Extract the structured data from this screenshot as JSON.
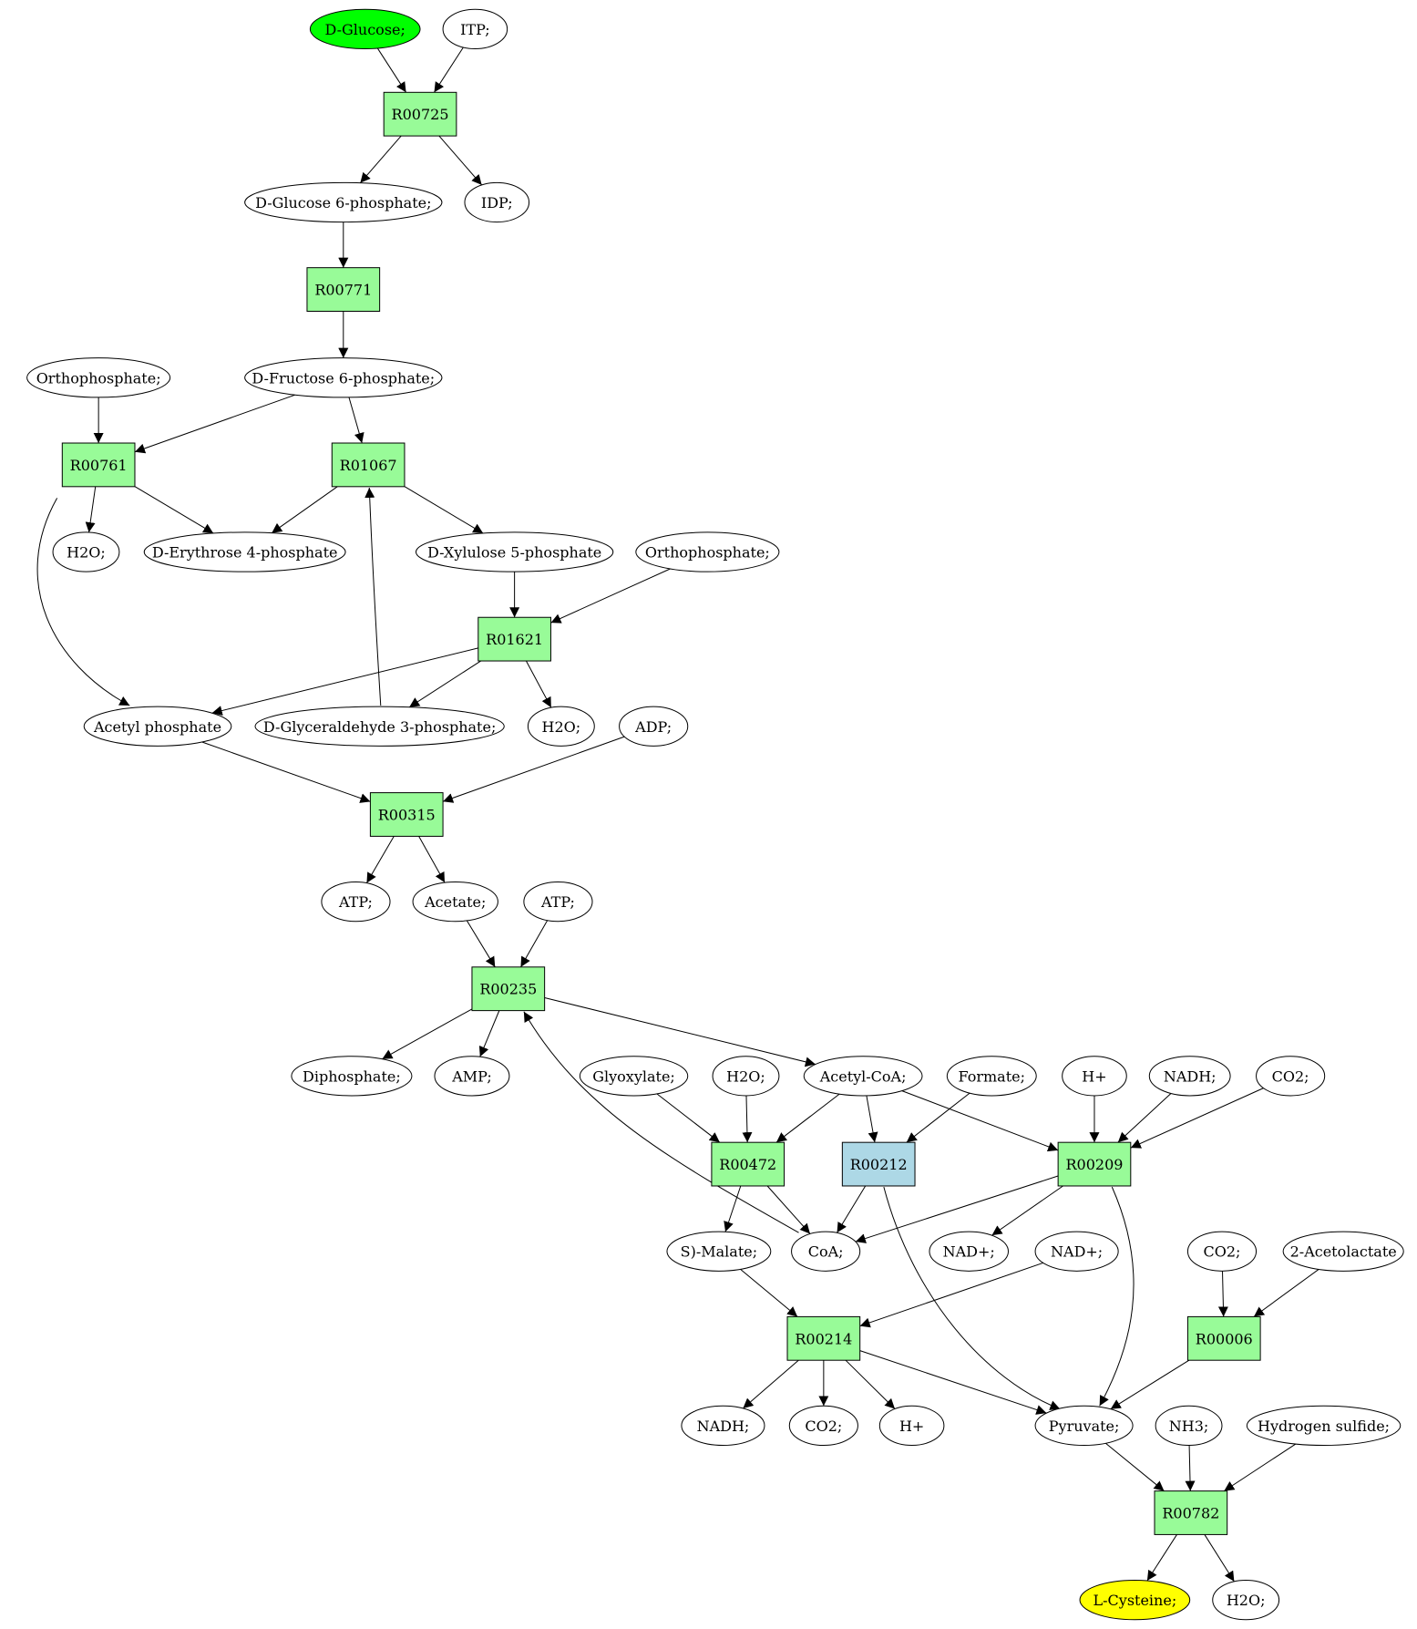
{
  "colors": {
    "reaction": "#98fb98",
    "reaction_alt": "#add8e6",
    "start_compound": "#00ff00",
    "end_compound": "#ffff00",
    "compound": "#ffffff"
  },
  "nodes": [
    {
      "id": "glucose",
      "label": "D-Glucose;",
      "kind": "compound",
      "fill": "start_compound"
    },
    {
      "id": "itp",
      "label": "ITP;",
      "kind": "compound"
    },
    {
      "id": "r00725",
      "label": "R00725",
      "kind": "reaction"
    },
    {
      "id": "g6p",
      "label": "D-Glucose 6-phosphate;",
      "kind": "compound"
    },
    {
      "id": "idp",
      "label": "IDP;",
      "kind": "compound"
    },
    {
      "id": "r00771",
      "label": "R00771",
      "kind": "reaction"
    },
    {
      "id": "orthophos1",
      "label": "Orthophosphate;",
      "kind": "compound"
    },
    {
      "id": "f6p",
      "label": "D-Fructose 6-phosphate;",
      "kind": "compound"
    },
    {
      "id": "r00761",
      "label": "R00761",
      "kind": "reaction"
    },
    {
      "id": "r01067",
      "label": "R01067",
      "kind": "reaction"
    },
    {
      "id": "h2o_1",
      "label": "H2O;",
      "kind": "compound"
    },
    {
      "id": "e4p",
      "label": "D-Erythrose 4-phosphate",
      "kind": "compound"
    },
    {
      "id": "x5p",
      "label": "D-Xylulose 5-phosphate",
      "kind": "compound"
    },
    {
      "id": "orthophos2",
      "label": "Orthophosphate;",
      "kind": "compound"
    },
    {
      "id": "r01621",
      "label": "R01621",
      "kind": "reaction"
    },
    {
      "id": "acetylp",
      "label": "Acetyl phosphate",
      "kind": "compound"
    },
    {
      "id": "g3p",
      "label": "D-Glyceraldehyde 3-phosphate;",
      "kind": "compound"
    },
    {
      "id": "h2o_2",
      "label": "H2O;",
      "kind": "compound"
    },
    {
      "id": "adp",
      "label": "ADP;",
      "kind": "compound"
    },
    {
      "id": "r00315",
      "label": "R00315",
      "kind": "reaction"
    },
    {
      "id": "atp1",
      "label": "ATP;",
      "kind": "compound"
    },
    {
      "id": "acetate",
      "label": "Acetate;",
      "kind": "compound"
    },
    {
      "id": "atp2",
      "label": "ATP;",
      "kind": "compound"
    },
    {
      "id": "r00235",
      "label": "R00235",
      "kind": "reaction"
    },
    {
      "id": "diphos",
      "label": "Diphosphate;",
      "kind": "compound"
    },
    {
      "id": "amp",
      "label": "AMP;",
      "kind": "compound"
    },
    {
      "id": "glyox",
      "label": "Glyoxylate;",
      "kind": "compound"
    },
    {
      "id": "h2o_3",
      "label": "H2O;",
      "kind": "compound"
    },
    {
      "id": "acoa",
      "label": "Acetyl-CoA;",
      "kind": "compound"
    },
    {
      "id": "formate",
      "label": "Formate;",
      "kind": "compound"
    },
    {
      "id": "hplus1",
      "label": "H+",
      "kind": "compound"
    },
    {
      "id": "nadh1",
      "label": "NADH;",
      "kind": "compound"
    },
    {
      "id": "co2_1",
      "label": "CO2;",
      "kind": "compound"
    },
    {
      "id": "r00472",
      "label": "R00472",
      "kind": "reaction"
    },
    {
      "id": "r00212",
      "label": "R00212",
      "kind": "reaction",
      "fill": "reaction_alt"
    },
    {
      "id": "r00209",
      "label": "R00209",
      "kind": "reaction"
    },
    {
      "id": "malate",
      "label": "S)-Malate;",
      "kind": "compound"
    },
    {
      "id": "coa",
      "label": "CoA;",
      "kind": "compound"
    },
    {
      "id": "nadp1",
      "label": "NAD+;",
      "kind": "compound"
    },
    {
      "id": "nadp2",
      "label": "NAD+;",
      "kind": "compound"
    },
    {
      "id": "co2_2",
      "label": "CO2;",
      "kind": "compound"
    },
    {
      "id": "acetolactate",
      "label": "2-Acetolactate",
      "kind": "compound"
    },
    {
      "id": "r00214",
      "label": "R00214",
      "kind": "reaction"
    },
    {
      "id": "r00006",
      "label": "R00006",
      "kind": "reaction"
    },
    {
      "id": "nadh2",
      "label": "NADH;",
      "kind": "compound"
    },
    {
      "id": "co2_3",
      "label": "CO2;",
      "kind": "compound"
    },
    {
      "id": "hplus2",
      "label": "H+",
      "kind": "compound"
    },
    {
      "id": "pyruvate",
      "label": "Pyruvate;",
      "kind": "compound"
    },
    {
      "id": "nh3",
      "label": "NH3;",
      "kind": "compound"
    },
    {
      "id": "h2s",
      "label": "Hydrogen sulfide;",
      "kind": "compound"
    },
    {
      "id": "r00782",
      "label": "R00782",
      "kind": "reaction"
    },
    {
      "id": "cysteine",
      "label": "L-Cysteine;",
      "kind": "compound",
      "fill": "end_compound"
    },
    {
      "id": "h2o_4",
      "label": "H2O;",
      "kind": "compound"
    }
  ],
  "edges": [
    {
      "from": "glucose",
      "to": "r00725"
    },
    {
      "from": "itp",
      "to": "r00725"
    },
    {
      "from": "r00725",
      "to": "g6p"
    },
    {
      "from": "r00725",
      "to": "idp"
    },
    {
      "from": "g6p",
      "to": "r00771"
    },
    {
      "from": "r00771",
      "to": "f6p"
    },
    {
      "from": "orthophos1",
      "to": "r00761"
    },
    {
      "from": "f6p",
      "to": "r00761"
    },
    {
      "from": "f6p",
      "to": "r01067"
    },
    {
      "from": "r00761",
      "to": "h2o_1"
    },
    {
      "from": "r00761",
      "to": "e4p"
    },
    {
      "from": "r00761",
      "to": "acetylp"
    },
    {
      "from": "r01067",
      "to": "e4p"
    },
    {
      "from": "r01067",
      "to": "x5p"
    },
    {
      "from": "g3p",
      "to": "r01067"
    },
    {
      "from": "x5p",
      "to": "r01621"
    },
    {
      "from": "orthophos2",
      "to": "r01621"
    },
    {
      "from": "r01621",
      "to": "acetylp"
    },
    {
      "from": "r01621",
      "to": "g3p"
    },
    {
      "from": "r01621",
      "to": "h2o_2"
    },
    {
      "from": "acetylp",
      "to": "r00315"
    },
    {
      "from": "adp",
      "to": "r00315"
    },
    {
      "from": "r00315",
      "to": "atp1"
    },
    {
      "from": "r00315",
      "to": "acetate"
    },
    {
      "from": "acetate",
      "to": "r00235"
    },
    {
      "from": "atp2",
      "to": "r00235"
    },
    {
      "from": "r00235",
      "to": "diphos"
    },
    {
      "from": "r00235",
      "to": "amp"
    },
    {
      "from": "r00235",
      "to": "acoa"
    },
    {
      "from": "coa",
      "to": "r00235"
    },
    {
      "from": "glyox",
      "to": "r00472"
    },
    {
      "from": "h2o_3",
      "to": "r00472"
    },
    {
      "from": "acoa",
      "to": "r00472"
    },
    {
      "from": "acoa",
      "to": "r00212"
    },
    {
      "from": "acoa",
      "to": "r00209"
    },
    {
      "from": "formate",
      "to": "r00212"
    },
    {
      "from": "hplus1",
      "to": "r00209"
    },
    {
      "from": "nadh1",
      "to": "r00209"
    },
    {
      "from": "co2_1",
      "to": "r00209"
    },
    {
      "from": "r00472",
      "to": "malate"
    },
    {
      "from": "r00472",
      "to": "coa"
    },
    {
      "from": "r00212",
      "to": "coa"
    },
    {
      "from": "r00212",
      "to": "pyruvate"
    },
    {
      "from": "r00209",
      "to": "coa"
    },
    {
      "from": "r00209",
      "to": "nadp1"
    },
    {
      "from": "r00209",
      "to": "pyruvate"
    },
    {
      "from": "malate",
      "to": "r00214"
    },
    {
      "from": "nadp2",
      "to": "r00214"
    },
    {
      "from": "co2_2",
      "to": "r00006"
    },
    {
      "from": "acetolactate",
      "to": "r00006"
    },
    {
      "from": "r00214",
      "to": "nadh2"
    },
    {
      "from": "r00214",
      "to": "co2_3"
    },
    {
      "from": "r00214",
      "to": "hplus2"
    },
    {
      "from": "r00214",
      "to": "pyruvate"
    },
    {
      "from": "r00006",
      "to": "pyruvate"
    },
    {
      "from": "pyruvate",
      "to": "r00782"
    },
    {
      "from": "nh3",
      "to": "r00782"
    },
    {
      "from": "h2s",
      "to": "r00782"
    },
    {
      "from": "r00782",
      "to": "cysteine"
    },
    {
      "from": "r00782",
      "to": "h2o_4"
    }
  ]
}
